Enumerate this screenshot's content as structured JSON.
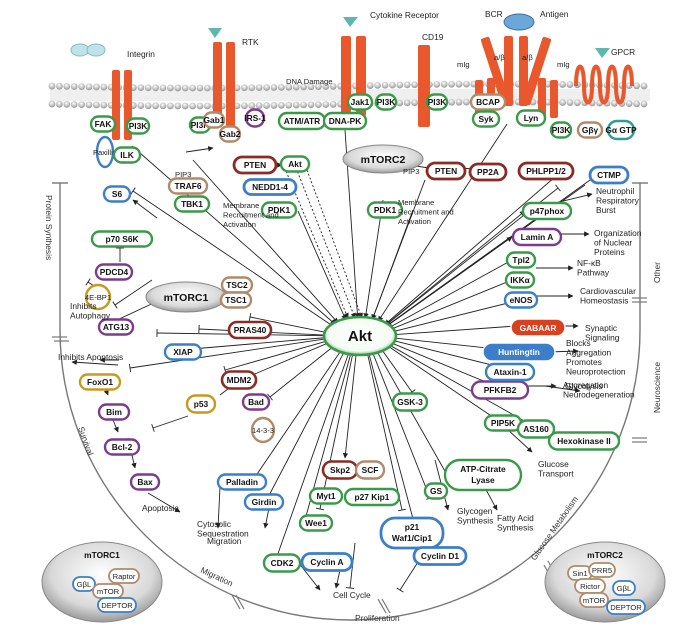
{
  "center": "Akt",
  "membrane": {
    "receptors": [
      "Integrin",
      "RTK",
      "Cytokine Receptor",
      "CD19",
      "BCR",
      "Antigen",
      "GPCR"
    ],
    "receptor_chain_labels": [
      "mIg",
      "a/β",
      "a/β",
      "mIg"
    ],
    "dna_damage": "DNA Damage",
    "pip3": [
      "PIP3",
      "PIP3"
    ],
    "membrane_recruitment": [
      "Membrane Recruitment and Activation",
      "Membrane Recruitment and Activation"
    ]
  },
  "upstream_nodes": [
    "FAK",
    "Paxillin",
    "ILK",
    "PI3K",
    "PI3K",
    "Gab1",
    "Gab2",
    "IRS-1",
    "ATM/ATR",
    "DNA-PK",
    "Jak1",
    "PI3K",
    "PI3K",
    "BCAP",
    "Syk",
    "Lyn",
    "PI3K",
    "Gβγ",
    "Gα GTP"
  ],
  "inhibitors": [
    "PTEN",
    "PTEN",
    "PP2A",
    "PHLPP1/2",
    "CTMP",
    "NEDD1-4"
  ],
  "kinases": [
    "Akt",
    "TBK1",
    "PDK1",
    "TRAF6",
    "mTORC2",
    "PDK1"
  ],
  "category_labels": {
    "left": "Protein Synthesis",
    "left_lower": "Survival",
    "bottom": [
      "Migration",
      "Proliferation",
      "Glucose Metabolism"
    ],
    "right": [
      "Other",
      "Neuroscience"
    ]
  },
  "protein_synthesis": {
    "nodes": [
      "S6",
      "p70 S6K",
      "PDCD4",
      "4E-BP1",
      "mTORC1",
      "TSC2",
      "TSC1",
      "ATG13",
      "PRAS40"
    ],
    "outcome": "Inhibits Autophagy"
  },
  "survival": {
    "nodes": [
      "XIAP",
      "FoxO1",
      "Bim",
      "Bcl-2",
      "Bax",
      "p53",
      "MDM2",
      "Bad",
      "14-3-3"
    ],
    "outcomes": [
      "Inhibits Apoptosis",
      "Apoptosis",
      "Cytosolic Sequestration"
    ]
  },
  "migration": {
    "nodes": [
      "Palladin",
      "Girdin"
    ],
    "outcome": "Migration"
  },
  "proliferation": {
    "nodes": [
      "CDK2",
      "Cyclin A",
      "Wee1",
      "Myt1",
      "Skp2",
      "SCF",
      "p27 Kip1",
      "p21 Waf1/Cip1",
      "Cyclin D1",
      "GSK-3"
    ],
    "outcome": "Cell Cycle"
  },
  "glucose": {
    "nodes": [
      "GS",
      "ATP-Citrate Lyase",
      "PIP5K",
      "AS160",
      "Hexokinase II",
      "PFKFB2"
    ],
    "outcomes": [
      "Glycogen Synthesis",
      "Fatty Acid Synthesis",
      "Glucose Transport",
      "Glycolysis"
    ]
  },
  "neuroscience": {
    "nodes": [
      "GABAAR",
      "Huntingtin",
      "Ataxin-1"
    ],
    "outcomes": [
      "Synaptic Signaling",
      "Blocks Aggregation Promotes Neuroprotection",
      "Aggregation Neurodegeneration"
    ]
  },
  "other": {
    "nodes": [
      "p47phox",
      "Lamin A",
      "Tpl2",
      "IKKα",
      "eNOS"
    ],
    "outcomes": [
      "Neutrophil Respiratory Burst",
      "Organization of Nuclear Proteins",
      "NF-κB Pathway",
      "Cardiovascular Homeostasis"
    ]
  },
  "complexes": {
    "mtorc1": {
      "title": "mTORC1",
      "members": [
        "GβL",
        "Raptor",
        "mTOR",
        "DEPTOR"
      ]
    },
    "mtorc2": {
      "title": "mTORC2",
      "members": [
        "Sin1",
        "PRR5",
        "Rictor",
        "GβL",
        "mTOR",
        "DEPTOR"
      ]
    }
  },
  "colors": {
    "receptor": "#e8582c",
    "green": "#3a9a4a",
    "blue": "#3c7fc8",
    "purple": "#7c3b8c",
    "gold": "#c79a1e",
    "teal": "#2f9c96",
    "red": "#d8401f",
    "darkred": "#8a2b24",
    "tan": "#b08a6a"
  }
}
